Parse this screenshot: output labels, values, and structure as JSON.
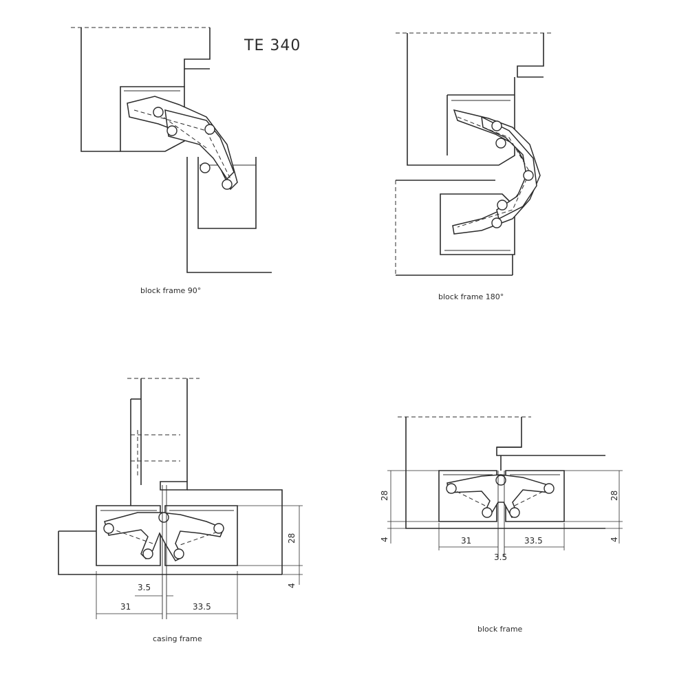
{
  "title": "TE 340",
  "views": {
    "block_frame_90": {
      "caption": "block frame 90°"
    },
    "block_frame_180": {
      "caption": "block frame 180°"
    },
    "casing_frame": {
      "caption": "casing frame",
      "dims": {
        "width_left": "31",
        "width_right": "33.5",
        "gap": "3.5",
        "height": "28",
        "offset": "4"
      }
    },
    "block_frame": {
      "caption": "block frame",
      "dims": {
        "width_left": "31",
        "width_right": "33.5",
        "gap": "3.5",
        "height_left": "28",
        "height_right": "28",
        "offset_left": "4",
        "offset_right": "4"
      }
    }
  },
  "colors": {
    "line": "#2b2b2b",
    "background": "#ffffff"
  }
}
